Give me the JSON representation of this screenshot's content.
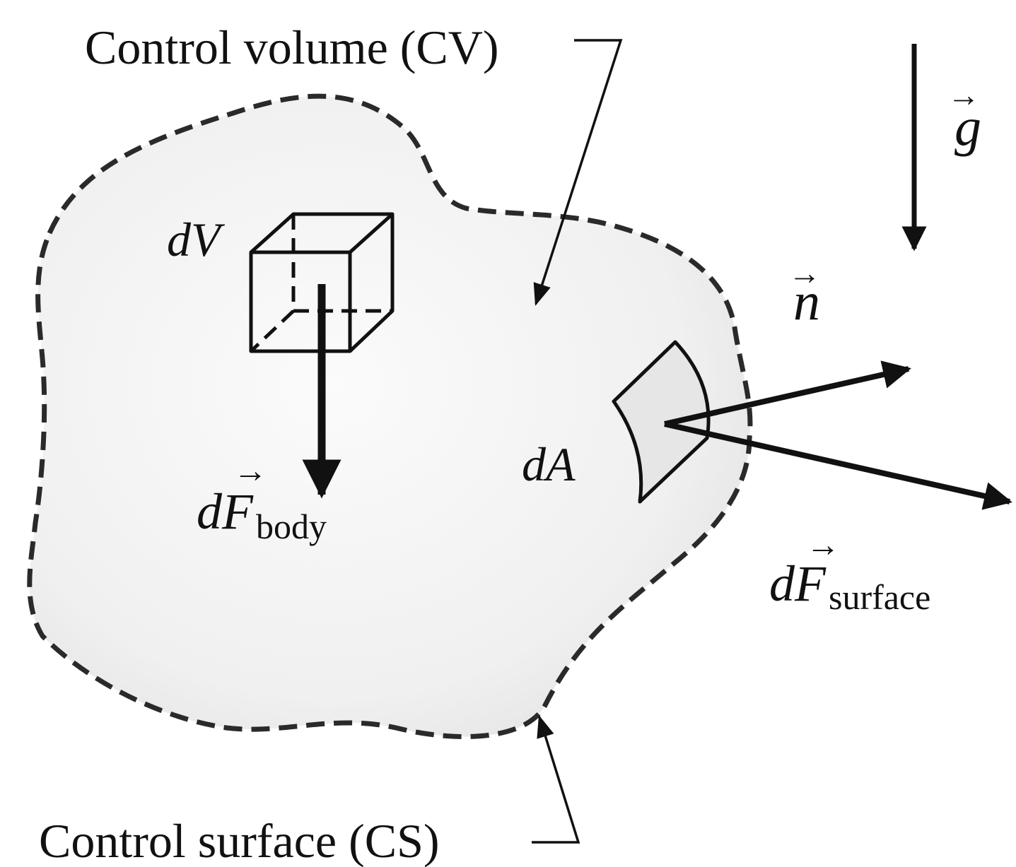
{
  "labels": {
    "control_volume": "Control volume (CV)",
    "control_surface": "Control surface (CS)",
    "g_symbol": "g",
    "n_symbol": "n",
    "dV_symbol": "dV",
    "dA_symbol": "dA",
    "dF_body_main": "dF",
    "dF_body_sub": "body",
    "dF_surface_main": "dF",
    "dF_surface_sub": "surface"
  },
  "colors": {
    "ink": "#111111",
    "cv_fill": "#ececec",
    "boundary": "#2a2a2a",
    "background": "#ffffff"
  }
}
